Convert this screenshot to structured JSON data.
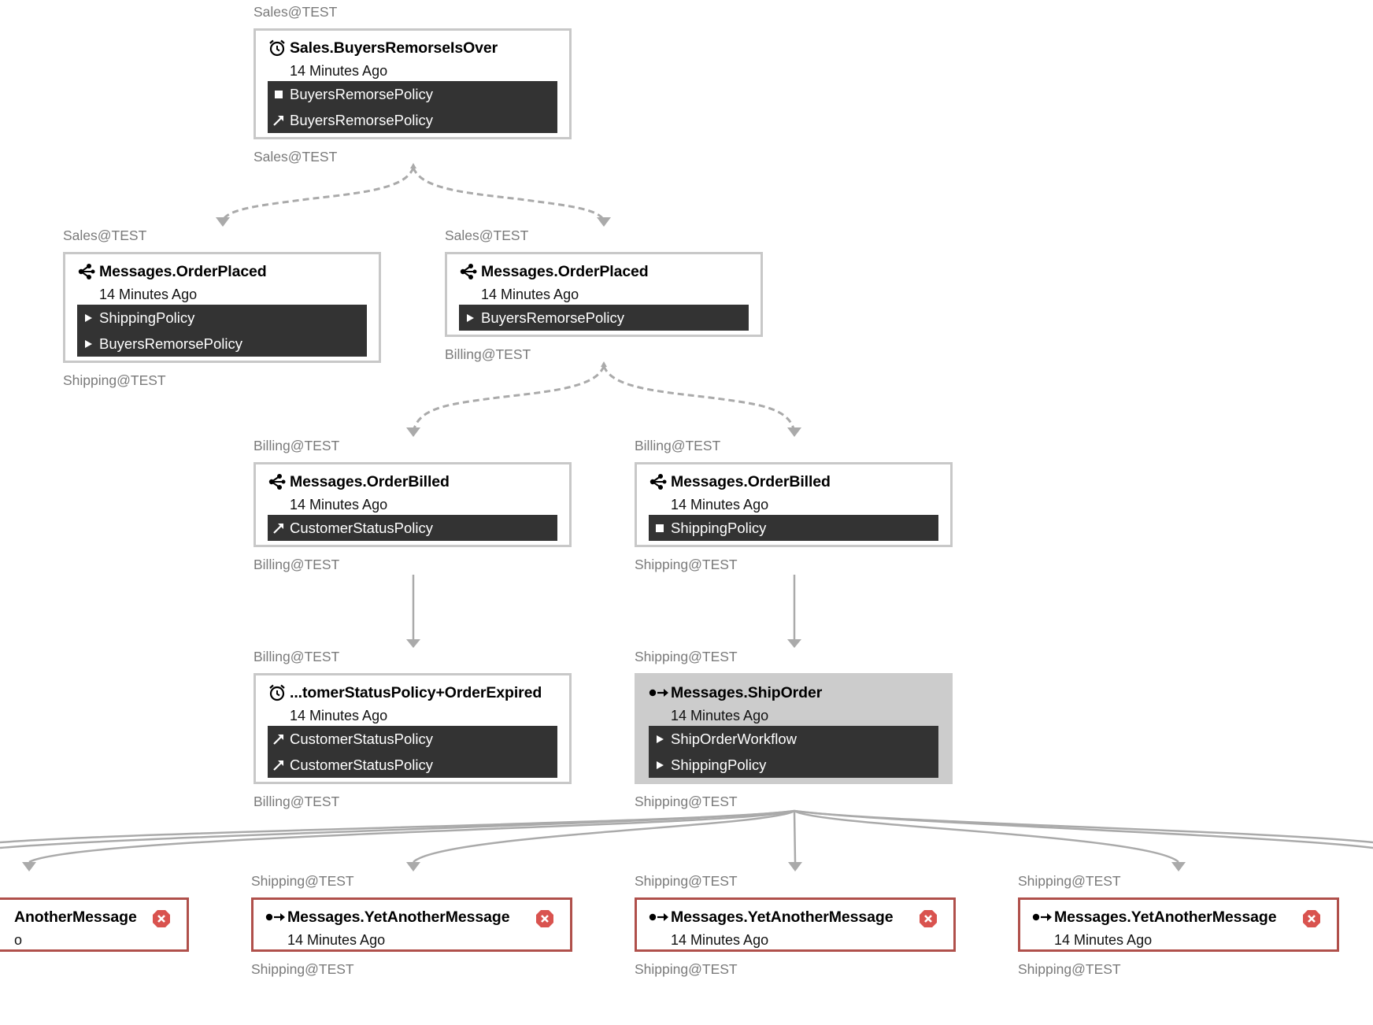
{
  "nodes": {
    "n1": {
      "endpoint_top": "Sales@TEST",
      "title": "Sales.BuyersRemorseIsOver",
      "time": "14 Minutes Ago",
      "endpoint_bottom": "Sales@TEST",
      "handlers": [
        {
          "icon": "square-icon",
          "label": "BuyersRemorsePolicy"
        },
        {
          "icon": "arrow-up-right-icon",
          "label": "BuyersRemorsePolicy"
        }
      ]
    },
    "n2": {
      "endpoint_top": "Sales@TEST",
      "title": "Messages.OrderPlaced",
      "time": "14 Minutes Ago",
      "endpoint_bottom": "Shipping@TEST",
      "handlers": [
        {
          "icon": "play-icon",
          "label": "ShippingPolicy"
        },
        {
          "icon": "play-icon",
          "label": "BuyersRemorsePolicy"
        }
      ]
    },
    "n3": {
      "endpoint_top": "Sales@TEST",
      "title": "Messages.OrderPlaced",
      "time": "14 Minutes Ago",
      "endpoint_bottom": "Billing@TEST",
      "handlers": [
        {
          "icon": "play-icon",
          "label": "BuyersRemorsePolicy"
        }
      ]
    },
    "n4": {
      "endpoint_top": "Billing@TEST",
      "title": "Messages.OrderBilled",
      "time": "14 Minutes Ago",
      "endpoint_bottom": "Billing@TEST",
      "handlers": [
        {
          "icon": "arrow-up-right-icon",
          "label": "CustomerStatusPolicy"
        }
      ]
    },
    "n5": {
      "endpoint_top": "Billing@TEST",
      "title": "Messages.OrderBilled",
      "time": "14 Minutes Ago",
      "endpoint_bottom": "Shipping@TEST",
      "handlers": [
        {
          "icon": "square-icon",
          "label": "ShippingPolicy"
        }
      ]
    },
    "n6": {
      "endpoint_top": "Billing@TEST",
      "title": "...tomerStatusPolicy+OrderExpired",
      "time": "14 Minutes Ago",
      "endpoint_bottom": "Billing@TEST",
      "handlers": [
        {
          "icon": "arrow-up-right-icon",
          "label": "CustomerStatusPolicy"
        },
        {
          "icon": "arrow-up-right-icon",
          "label": "CustomerStatusPolicy"
        }
      ]
    },
    "n7": {
      "endpoint_top": "Shipping@TEST",
      "title": "Messages.ShipOrder",
      "time": "14 Minutes Ago",
      "endpoint_bottom": "Shipping@TEST",
      "handlers": [
        {
          "icon": "play-icon",
          "label": "ShipOrderWorkflow"
        },
        {
          "icon": "play-icon",
          "label": "ShippingPolicy"
        }
      ]
    },
    "n8": {
      "endpoint_top": "",
      "title": "AnotherMessage",
      "time": "o",
      "endpoint_bottom": ""
    },
    "n9": {
      "endpoint_top": "Shipping@TEST",
      "title": "Messages.YetAnotherMessage",
      "time": "14 Minutes Ago",
      "endpoint_bottom": "Shipping@TEST"
    },
    "n10": {
      "endpoint_top": "Shipping@TEST",
      "title": "Messages.YetAnotherMessage",
      "time": "14 Minutes Ago",
      "endpoint_bottom": "Shipping@TEST"
    },
    "n11": {
      "endpoint_top": "Shipping@TEST",
      "title": "Messages.YetAnotherMessage",
      "time": "14 Minutes Ago",
      "endpoint_bottom": "Shipping@TEST"
    }
  },
  "colors": {
    "node_border": "#c8c8c8",
    "handler_bg": "#333333",
    "error_border": "#b0504b",
    "error_badge": "#d9534f",
    "selected_bg": "#cccccc",
    "edge": "#aaaaaa"
  }
}
